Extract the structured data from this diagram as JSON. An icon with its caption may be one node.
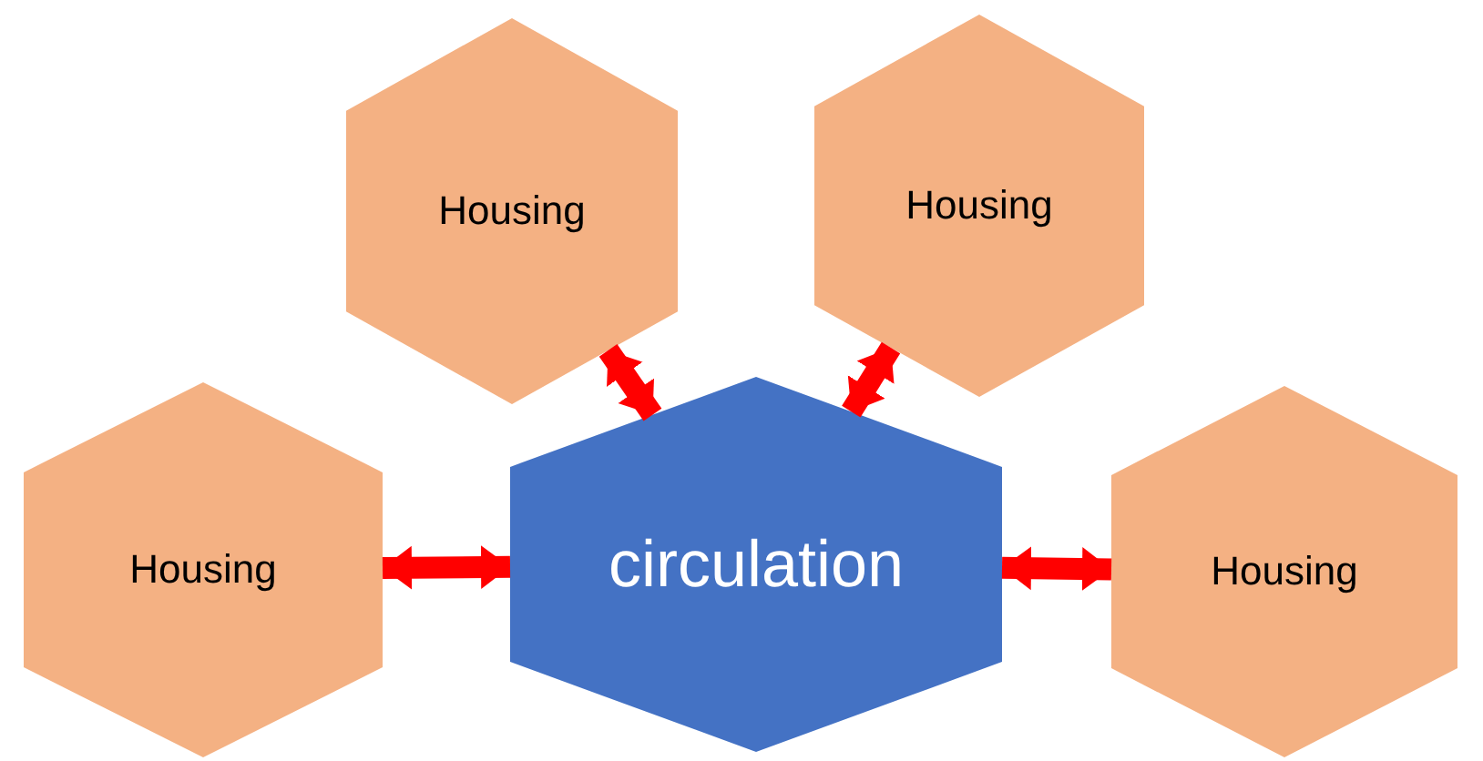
{
  "diagram": {
    "nodes": [
      {
        "text": [
          "Housing"
        ]
      },
      {
        "text": [
          "Housing"
        ]
      },
      {
        "text": [
          "Housing"
        ]
      },
      {
        "text": [
          "circulation"
        ]
      },
      {
        "text": [
          "Housing"
        ]
      }
    ],
    "edges": [
      {
        "from": 0,
        "to": 3,
        "arrow": "both"
      },
      {
        "from": 1,
        "to": 3,
        "arrow": "both"
      },
      {
        "from": 2,
        "to": 3,
        "arrow": "both"
      },
      {
        "from": 4,
        "to": 3,
        "arrow": "both"
      }
    ]
  }
}
